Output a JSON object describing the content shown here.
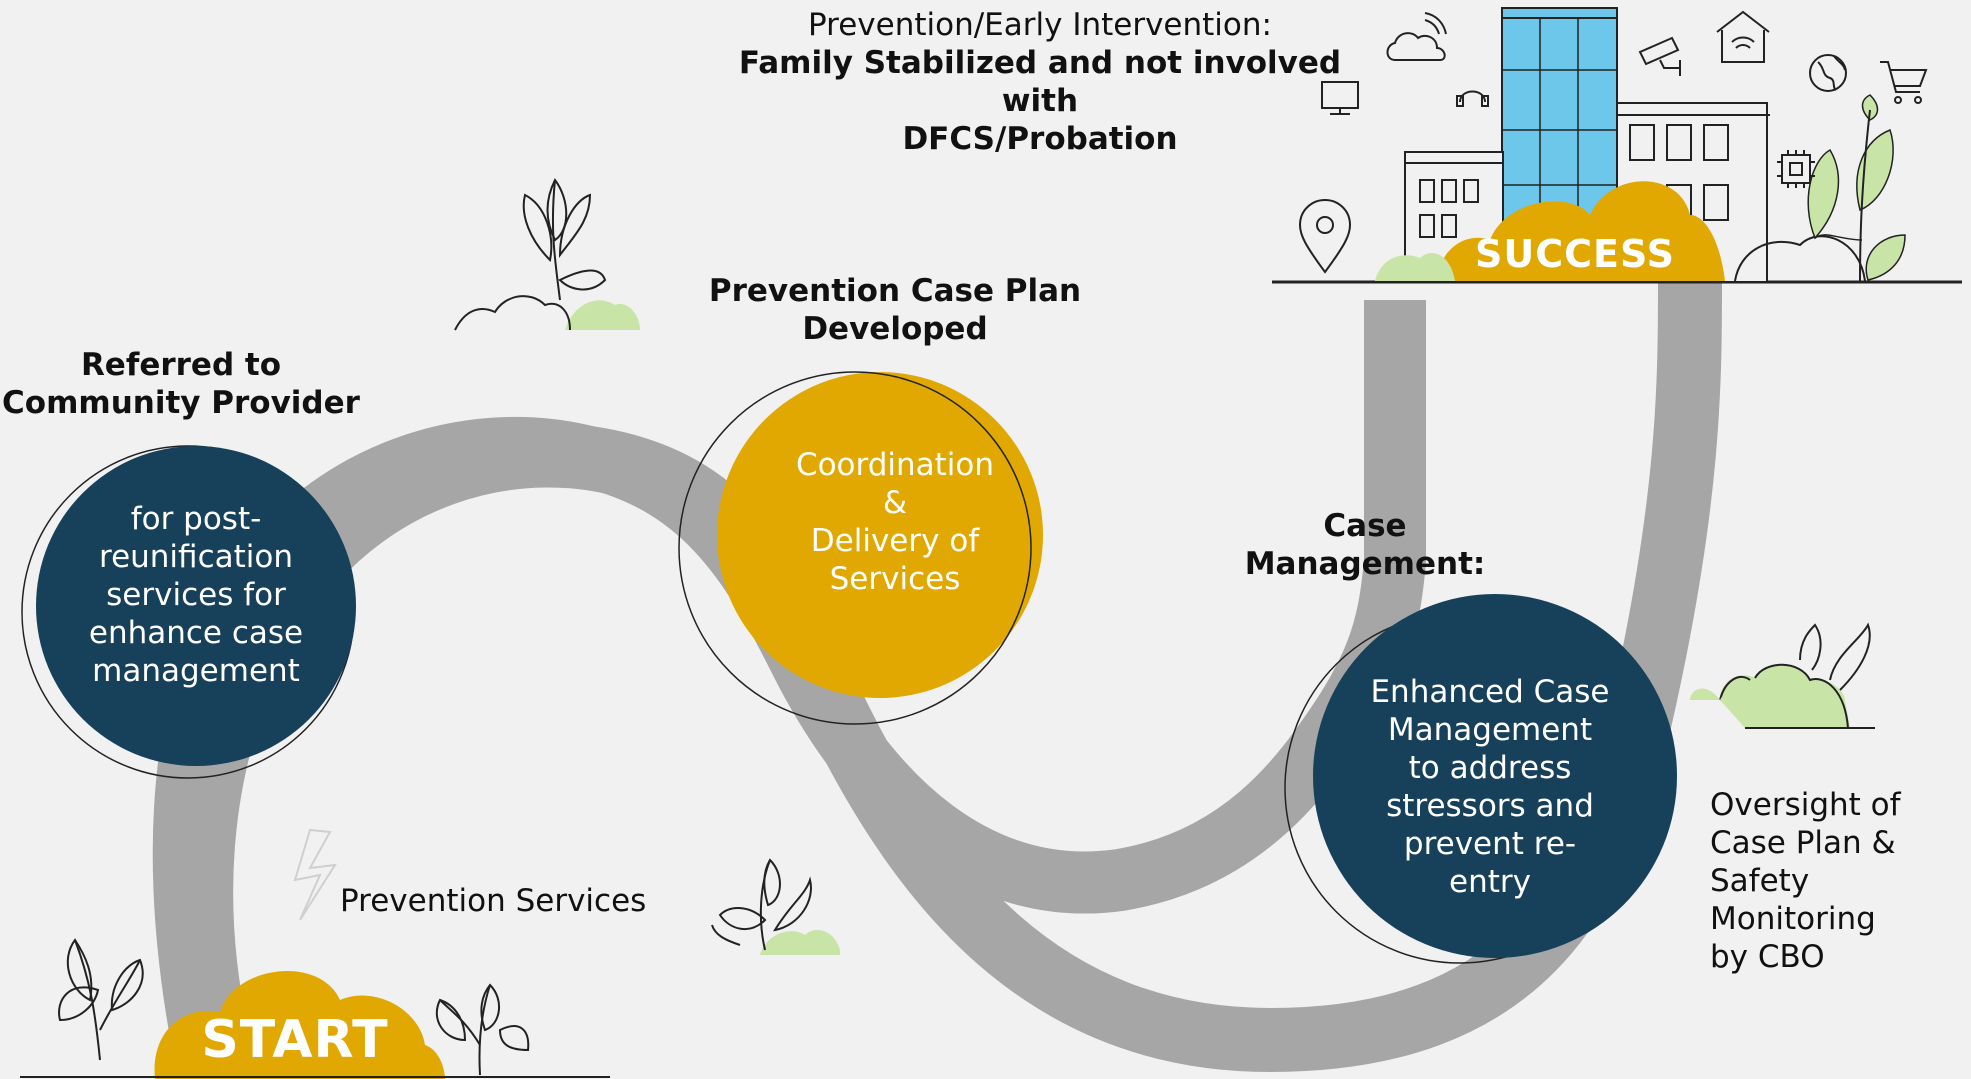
{
  "colors": {
    "background": "#f1f1f1",
    "road": "#a6a6a6",
    "navy": "#17405a",
    "gold": "#e0a800",
    "plant_green": "#c8e5a7",
    "building_blue": "#6cc7ea",
    "text": "#111111",
    "white": "#ffffff"
  },
  "success_header": {
    "line1": "Prevention/Early Intervention:",
    "line2": "Family Stabilized and not involved with",
    "line3": "DFCS/Probation"
  },
  "badges": {
    "start": "START",
    "success": "SUCCESS"
  },
  "stages": {
    "referred": {
      "title_line1": "Referred to",
      "title_line2": "Community Provider",
      "body": [
        "for post-",
        "reunification",
        "services for",
        "enhance case",
        "management"
      ]
    },
    "case_plan": {
      "title_line1": "Prevention Case Plan",
      "title_line2": "Developed",
      "body": [
        "Coordination",
        "&",
        "Delivery of",
        "Services"
      ]
    },
    "case_management": {
      "title_line1": "Case",
      "title_line2": "Management:",
      "body": [
        "Enhanced Case",
        "Management",
        "to address",
        "stressors and",
        "prevent re-",
        "entry"
      ]
    }
  },
  "annotations": {
    "prevention_services": "Prevention Services",
    "oversight": [
      "Oversight of",
      "Case Plan &",
      "Safety",
      "Monitoring",
      "by CBO"
    ]
  },
  "icons": [
    "cloud-wifi-icon",
    "monitor-icon",
    "headphones-icon",
    "security-camera-icon",
    "smart-home-icon",
    "globe-icon",
    "shopping-cart-icon",
    "chip-icon",
    "map-pin-icon",
    "lightning-icon",
    "plant-icon",
    "bush-icon",
    "building-icon"
  ]
}
